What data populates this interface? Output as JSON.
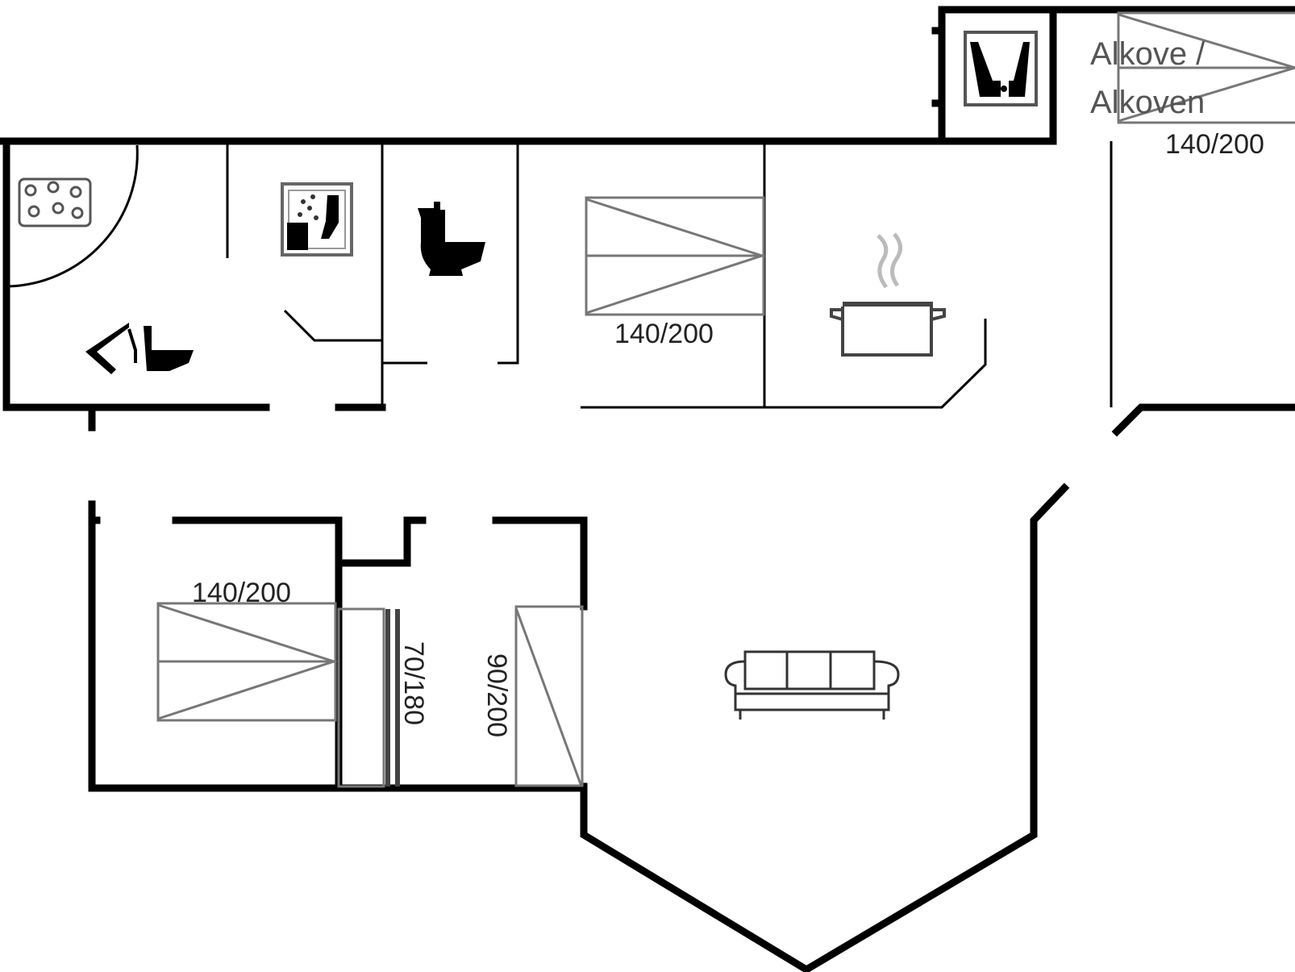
{
  "labels": {
    "alcove_line1": "Alkove /",
    "alcove_line2": "Alkoven",
    "alcove_bed_size": "140/200",
    "bedroom1_bed_size": "140/200",
    "bedroom2_bed_size": "140/200",
    "bunk_bed_size": "70/180",
    "single_bed_size": "90/200"
  },
  "icons": [
    "whirlpool-icon",
    "shower-icon",
    "toilet-icon",
    "sauna-icon",
    "washer-icon",
    "cooking-pot-icon",
    "sofa-icon"
  ],
  "colors": {
    "wall": "#000000",
    "furniture": "#777777",
    "background": "#ffffff"
  }
}
